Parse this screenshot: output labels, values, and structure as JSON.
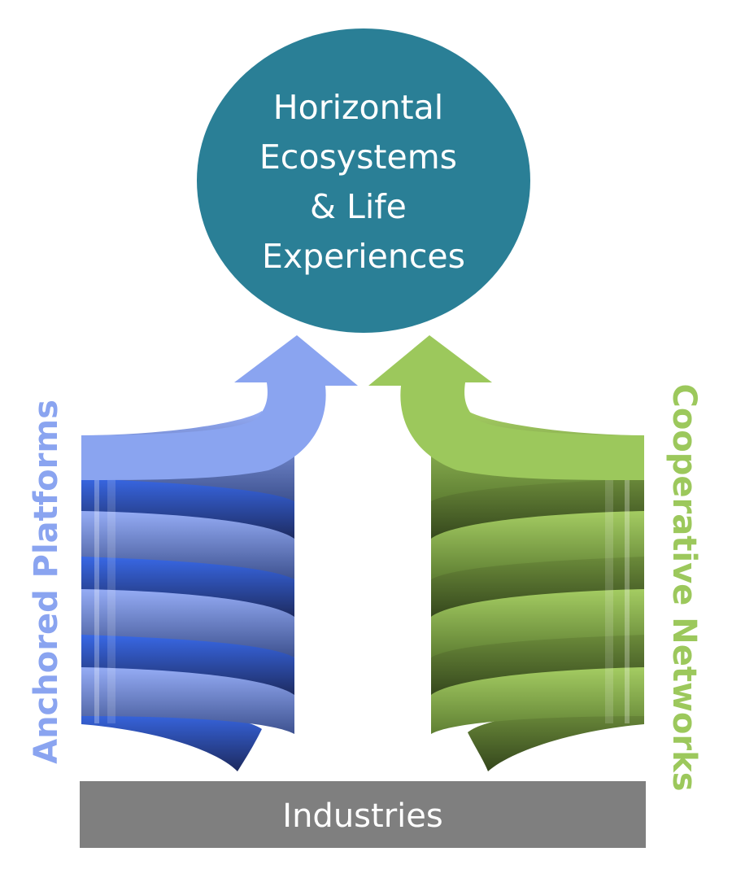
{
  "hub": {
    "lines": [
      "Horizontal",
      "Ecosystems",
      "& Life",
      "Experiences"
    ],
    "color": "#2a7f96"
  },
  "left_spiral": {
    "label": "Anchored Platforms",
    "color": "#8aa4f0"
  },
  "right_spiral": {
    "label": "Cooperative Networks",
    "color": "#9cc85c"
  },
  "base": {
    "label": "Industries",
    "color": "#7f7f7f"
  }
}
